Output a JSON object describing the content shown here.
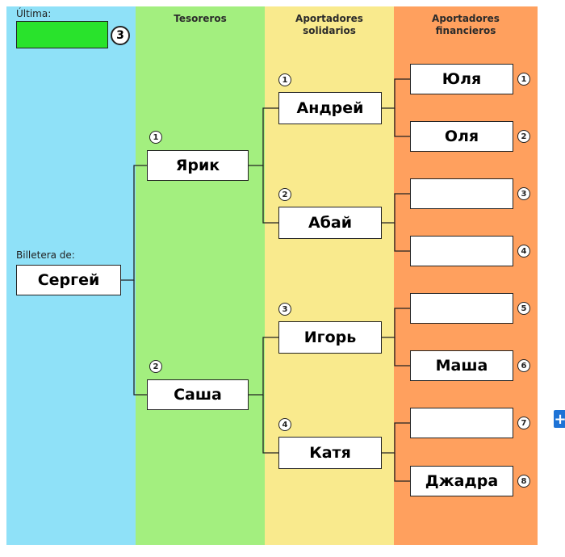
{
  "columns": {
    "col1": "",
    "col2": "Tesoreros",
    "col3_line1": "Aportadores",
    "col3_line2": "solidarios",
    "col4_line1": "Aportadores",
    "col4_line2": "financieros"
  },
  "last": {
    "label": "Última:",
    "number": "3",
    "color": "#29e32c"
  },
  "wallet": {
    "label": "Billetera de:",
    "owner": "Сергей"
  },
  "treasurers": [
    {
      "num": "1",
      "name": "Ярик"
    },
    {
      "num": "2",
      "name": "Саша"
    }
  ],
  "solidarity": [
    {
      "num": "1",
      "name": "Андрей"
    },
    {
      "num": "2",
      "name": "Абай"
    },
    {
      "num": "3",
      "name": "Игорь"
    },
    {
      "num": "4",
      "name": "Катя"
    }
  ],
  "financial": [
    {
      "num": "1",
      "name": "Юля"
    },
    {
      "num": "2",
      "name": "Оля"
    },
    {
      "num": "3",
      "name": ""
    },
    {
      "num": "4",
      "name": ""
    },
    {
      "num": "5",
      "name": ""
    },
    {
      "num": "6",
      "name": "Маша"
    },
    {
      "num": "7",
      "name": ""
    },
    {
      "num": "8",
      "name": "Джадра"
    }
  ],
  "colors": {
    "blue": "#8fe1f8",
    "green": "#a3ef7f",
    "yellow": "#f9ea8d",
    "orange": "#ffa05e"
  }
}
